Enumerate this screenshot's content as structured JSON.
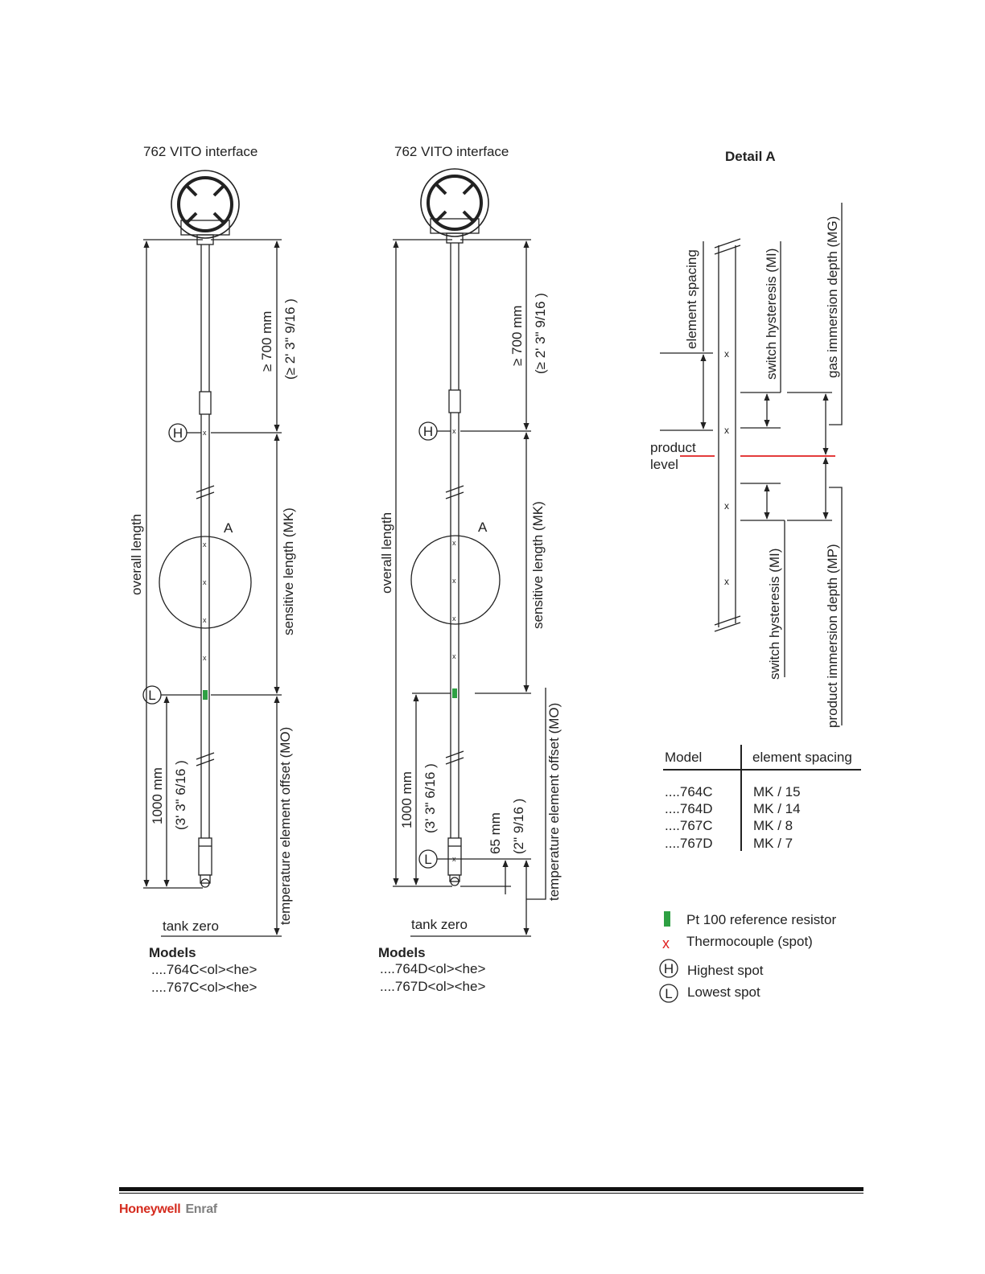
{
  "left_probe": {
    "title": "762 VITO interface",
    "overall_length": "overall length",
    "min_length_mm": "≥ 700 mm",
    "min_length_in": "(≥ 2' 3\" 9/16 )",
    "sensitive_length": "sensitive length (MK)",
    "temp_offset": "temperature element offset (MO)",
    "detail_marker": "A",
    "bottom_mm": "1000 mm",
    "bottom_in": "(3' 3\" 6/16 )",
    "tank_zero": "tank zero",
    "models_heading": "Models",
    "models": [
      "....764C<ol><he>",
      "....767C<ol><he>"
    ]
  },
  "right_probe": {
    "title": "762 VITO interface",
    "overall_length": "overall length",
    "min_length_mm": "≥ 700 mm",
    "min_length_in": "(≥ 2' 3\" 9/16 )",
    "sensitive_length": "sensitive length (MK)",
    "temp_offset": "temperature element offset (MO)",
    "detail_marker": "A",
    "bottom_mm": "1000 mm",
    "bottom_in": "(3' 3\" 6/16 )",
    "offset_mm": "65 mm",
    "offset_in": "(2\" 9/16 )",
    "tank_zero": "tank zero",
    "models_heading": "Models",
    "models": [
      "....764D<ol><he>",
      "....767D<ol><he>"
    ]
  },
  "detail": {
    "title": "Detail A",
    "element_spacing": "element spacing",
    "product_level": [
      "product",
      "level"
    ],
    "switch_hysteresis_top": "switch hysteresis (MI)",
    "switch_hysteresis_bottom": "switch hysteresis (MI)",
    "gas_immersion": "gas immersion depth (MG)",
    "product_immersion": "product immersion depth (MP)"
  },
  "spacing_table": {
    "headers": [
      "Model",
      "element spacing"
    ],
    "rows": [
      [
        "....764C",
        "MK / 15"
      ],
      [
        "....764D",
        "MK / 14"
      ],
      [
        "....767C",
        "MK / 8"
      ],
      [
        "....767D",
        "MK / 7"
      ]
    ]
  },
  "legend": {
    "pt100": "Pt 100 reference resistor",
    "thermocouple": "Thermocouple (spot)",
    "highest": "Highest spot",
    "lowest": "Lowest spot",
    "h_symbol": "H",
    "l_symbol": "L",
    "x_symbol": "x"
  },
  "colors": {
    "pt100": "#2ea043",
    "thermocouple": "#e02020",
    "product_level_line": "#e02020"
  },
  "footer": {
    "brand": "Honeywell",
    "sub": "Enraf"
  }
}
